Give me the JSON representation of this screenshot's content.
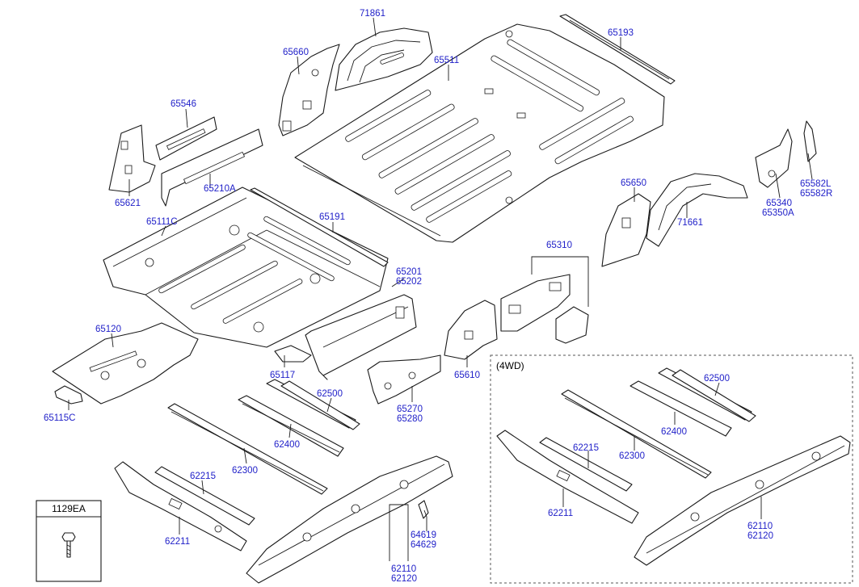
{
  "diagram": {
    "section_4wd": "(4WD)",
    "legend_box": "1129EA",
    "labels": {
      "p71861": "71861",
      "p65193": "65193",
      "p65660": "65660",
      "p65511": "65511",
      "p65546": "65546",
      "p65621": "65621",
      "p65210A": "65210A",
      "p65650": "65650",
      "p71661": "71661",
      "p65582L": "65582L",
      "p65582R": "65582R",
      "p65340": "65340",
      "p65350A": "65350A",
      "p65111C": "65111C",
      "p65191": "65191",
      "p65310": "65310",
      "p65201": "65201",
      "p65202": "65202",
      "p65120": "65120",
      "p65117": "65117",
      "p65610": "65610",
      "p65115C": "65115C",
      "p62500": "62500",
      "p65270": "65270",
      "p65280": "65280",
      "p62400": "62400",
      "p62300": "62300",
      "p62215": "62215",
      "p62211": "62211",
      "p64619": "64619",
      "p64629": "64629",
      "p62110": "62110",
      "p62120": "62120",
      "w62500": "62500",
      "w62400": "62400",
      "w62215": "62215",
      "w62300": "62300",
      "w62211": "62211",
      "w62110": "62110",
      "w62120": "62120"
    }
  }
}
